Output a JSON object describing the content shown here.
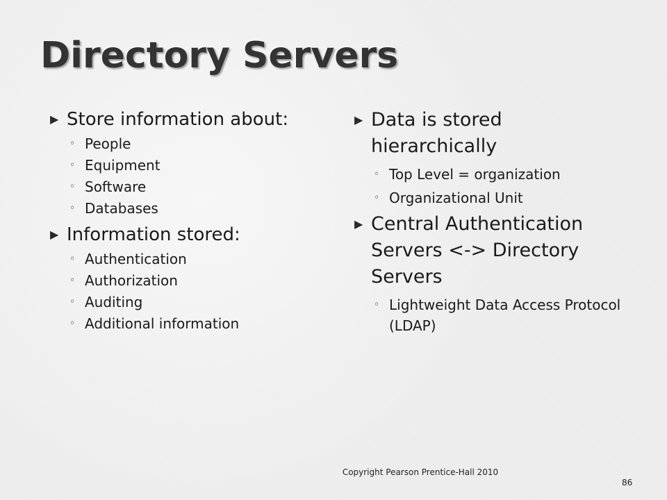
{
  "slide": {
    "title": "Directory Servers",
    "left_column": [
      {
        "text": "Store information about:",
        "subitems": [
          "People",
          "Equipment",
          "Software",
          "Databases"
        ]
      },
      {
        "text": "Information stored:",
        "subitems": [
          "Authentication",
          "Authorization",
          "Auditing",
          "Additional information"
        ]
      }
    ],
    "right_column": [
      {
        "text": "Data is stored hierarchically",
        "subitems": [
          "Top Level = organization",
          "Organizational Unit"
        ]
      },
      {
        "text": "Central Authentication Servers <-> Directory Servers",
        "subitems": [
          "Lightweight Data Access Protocol (LDAP)"
        ]
      }
    ],
    "footer": {
      "copyright": "Copyright Pearson Prentice-Hall 2010",
      "page_number": "86"
    },
    "icons": {
      "bullet": "arrow-bullet-icon",
      "sub_bullet": "ring-bullet-icon"
    }
  }
}
